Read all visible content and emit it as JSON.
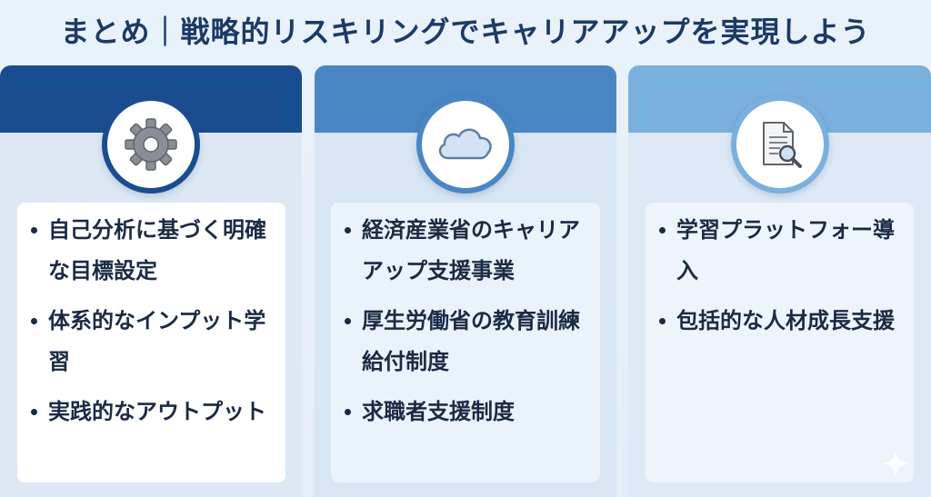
{
  "title": "まとめ｜戦略的リスキリングでキャリアアップを実現しよう",
  "columns": [
    {
      "icon": "gear-icon",
      "accent": "#1a4d8f",
      "items": [
        "自己分析に基づく明確な目標設定",
        "体系的なインプット学習",
        "実践的なアウトプット"
      ]
    },
    {
      "icon": "cloud-icon",
      "accent": "#4a86c4",
      "items": [
        "経済産業省のキャリアアップ支援事業",
        "厚生労働省の教育訓練給付制度",
        "求職者支援制度"
      ]
    },
    {
      "icon": "document-search-icon",
      "accent": "#7ab0de",
      "items": [
        "学習プラットフォー導入",
        "包括的な人材成長支援"
      ]
    }
  ]
}
